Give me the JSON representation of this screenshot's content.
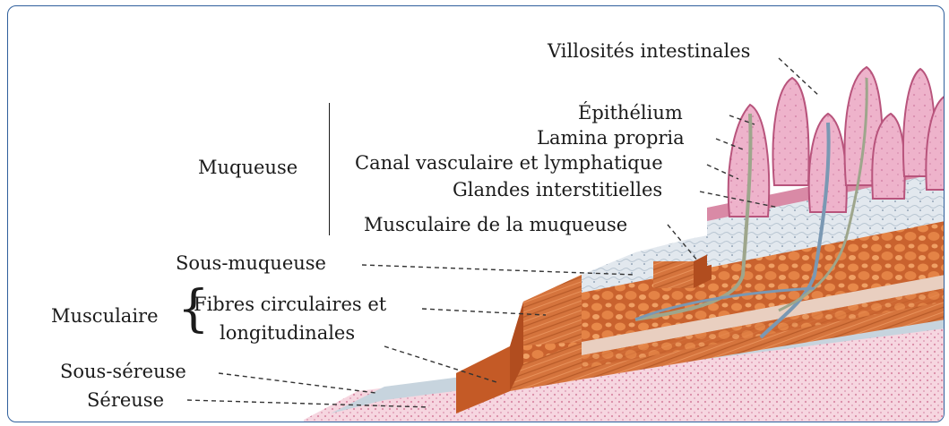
{
  "labels": {
    "villosites": "Villosités intestinales",
    "epithelium": "Épithélium",
    "lamina": "Lamina propria",
    "canal": "Canal vasculaire et lymphatique",
    "glandes": "Glandes interstitielles",
    "musculaire_muqueuse": "Musculaire de la muqueuse",
    "muqueuse": "Muqueuse",
    "sous_muqueuse": "Sous-muqueuse",
    "musculaire": "Musculaire",
    "fibres_1": "Fibres circulaires et",
    "fibres_2": "longitudinales",
    "sous_sereuse": "Sous-séreuse",
    "sereuse": "Séreuse"
  },
  "colors": {
    "frame": "#2f5f9c",
    "villus": "#e9a9c4",
    "villus_edge": "#b8547c",
    "submucosa": "#dbe3ea",
    "muscle": "#d9773f",
    "muscle_dark": "#9c3f1c",
    "serosa": "#f2c9d6",
    "vessel": "#7a98b3",
    "nerve": "#9ea68c"
  }
}
